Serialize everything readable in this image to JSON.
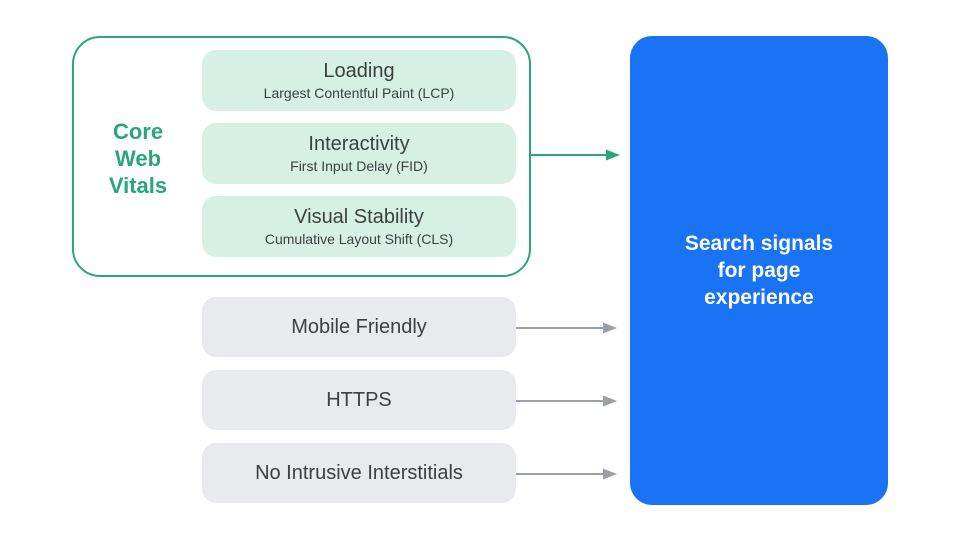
{
  "colors": {
    "accent_green": "#2aa57c",
    "mint_fill": "#d6f1e4",
    "blue_fill": "#1a72f5",
    "gray_fill": "#e8eaed",
    "text_dark": "#3c4043",
    "arrow_gray": "#9aa0a6",
    "text_white": "#ffffff"
  },
  "core_web_vitals": {
    "group_label": "Core\nWeb\nVitals",
    "items": [
      {
        "title": "Loading",
        "subtitle": "Largest Contentful Paint (LCP)"
      },
      {
        "title": "Interactivity",
        "subtitle": "First Input Delay (FID)"
      },
      {
        "title": "Visual Stability",
        "subtitle": "Cumulative Layout Shift (CLS)"
      }
    ]
  },
  "other_signals": [
    {
      "label": "Mobile Friendly"
    },
    {
      "label": "HTTPS"
    },
    {
      "label": "No Intrusive Interstitials"
    }
  ],
  "result_box": {
    "label": "Search signals\nfor page\nexperience"
  }
}
